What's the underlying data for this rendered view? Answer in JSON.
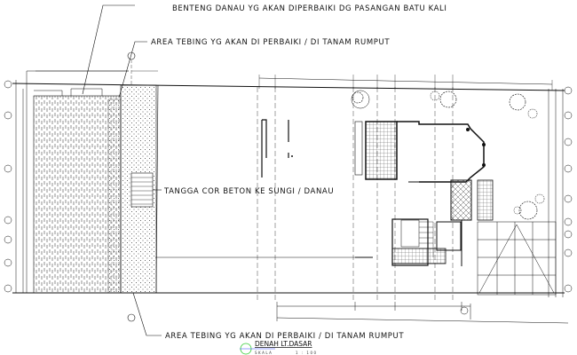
{
  "drawing": {
    "annotations": {
      "retaining_wall": "BENTENG DANAU YG AKAN DIPERBAIKI DG PASANGAN BATU KALI",
      "slope_top": "AREA TEBING YG AKAN DI PERBAIKI / DI TANAM RUMPUT",
      "stairs": "TANGGA COR BETON KE SUNGI / DANAU",
      "slope_bottom": "AREA TEBING YG AKAN DI PERBAIKI / DI TANAM RUMPUT"
    },
    "title": "DENAH LT.DASAR",
    "scale_label": "SKALA",
    "scale_value": "1 : 100",
    "colors": {
      "line": "#111111",
      "title_circle": "#33cc33",
      "title_axis": "#3344ff"
    }
  }
}
